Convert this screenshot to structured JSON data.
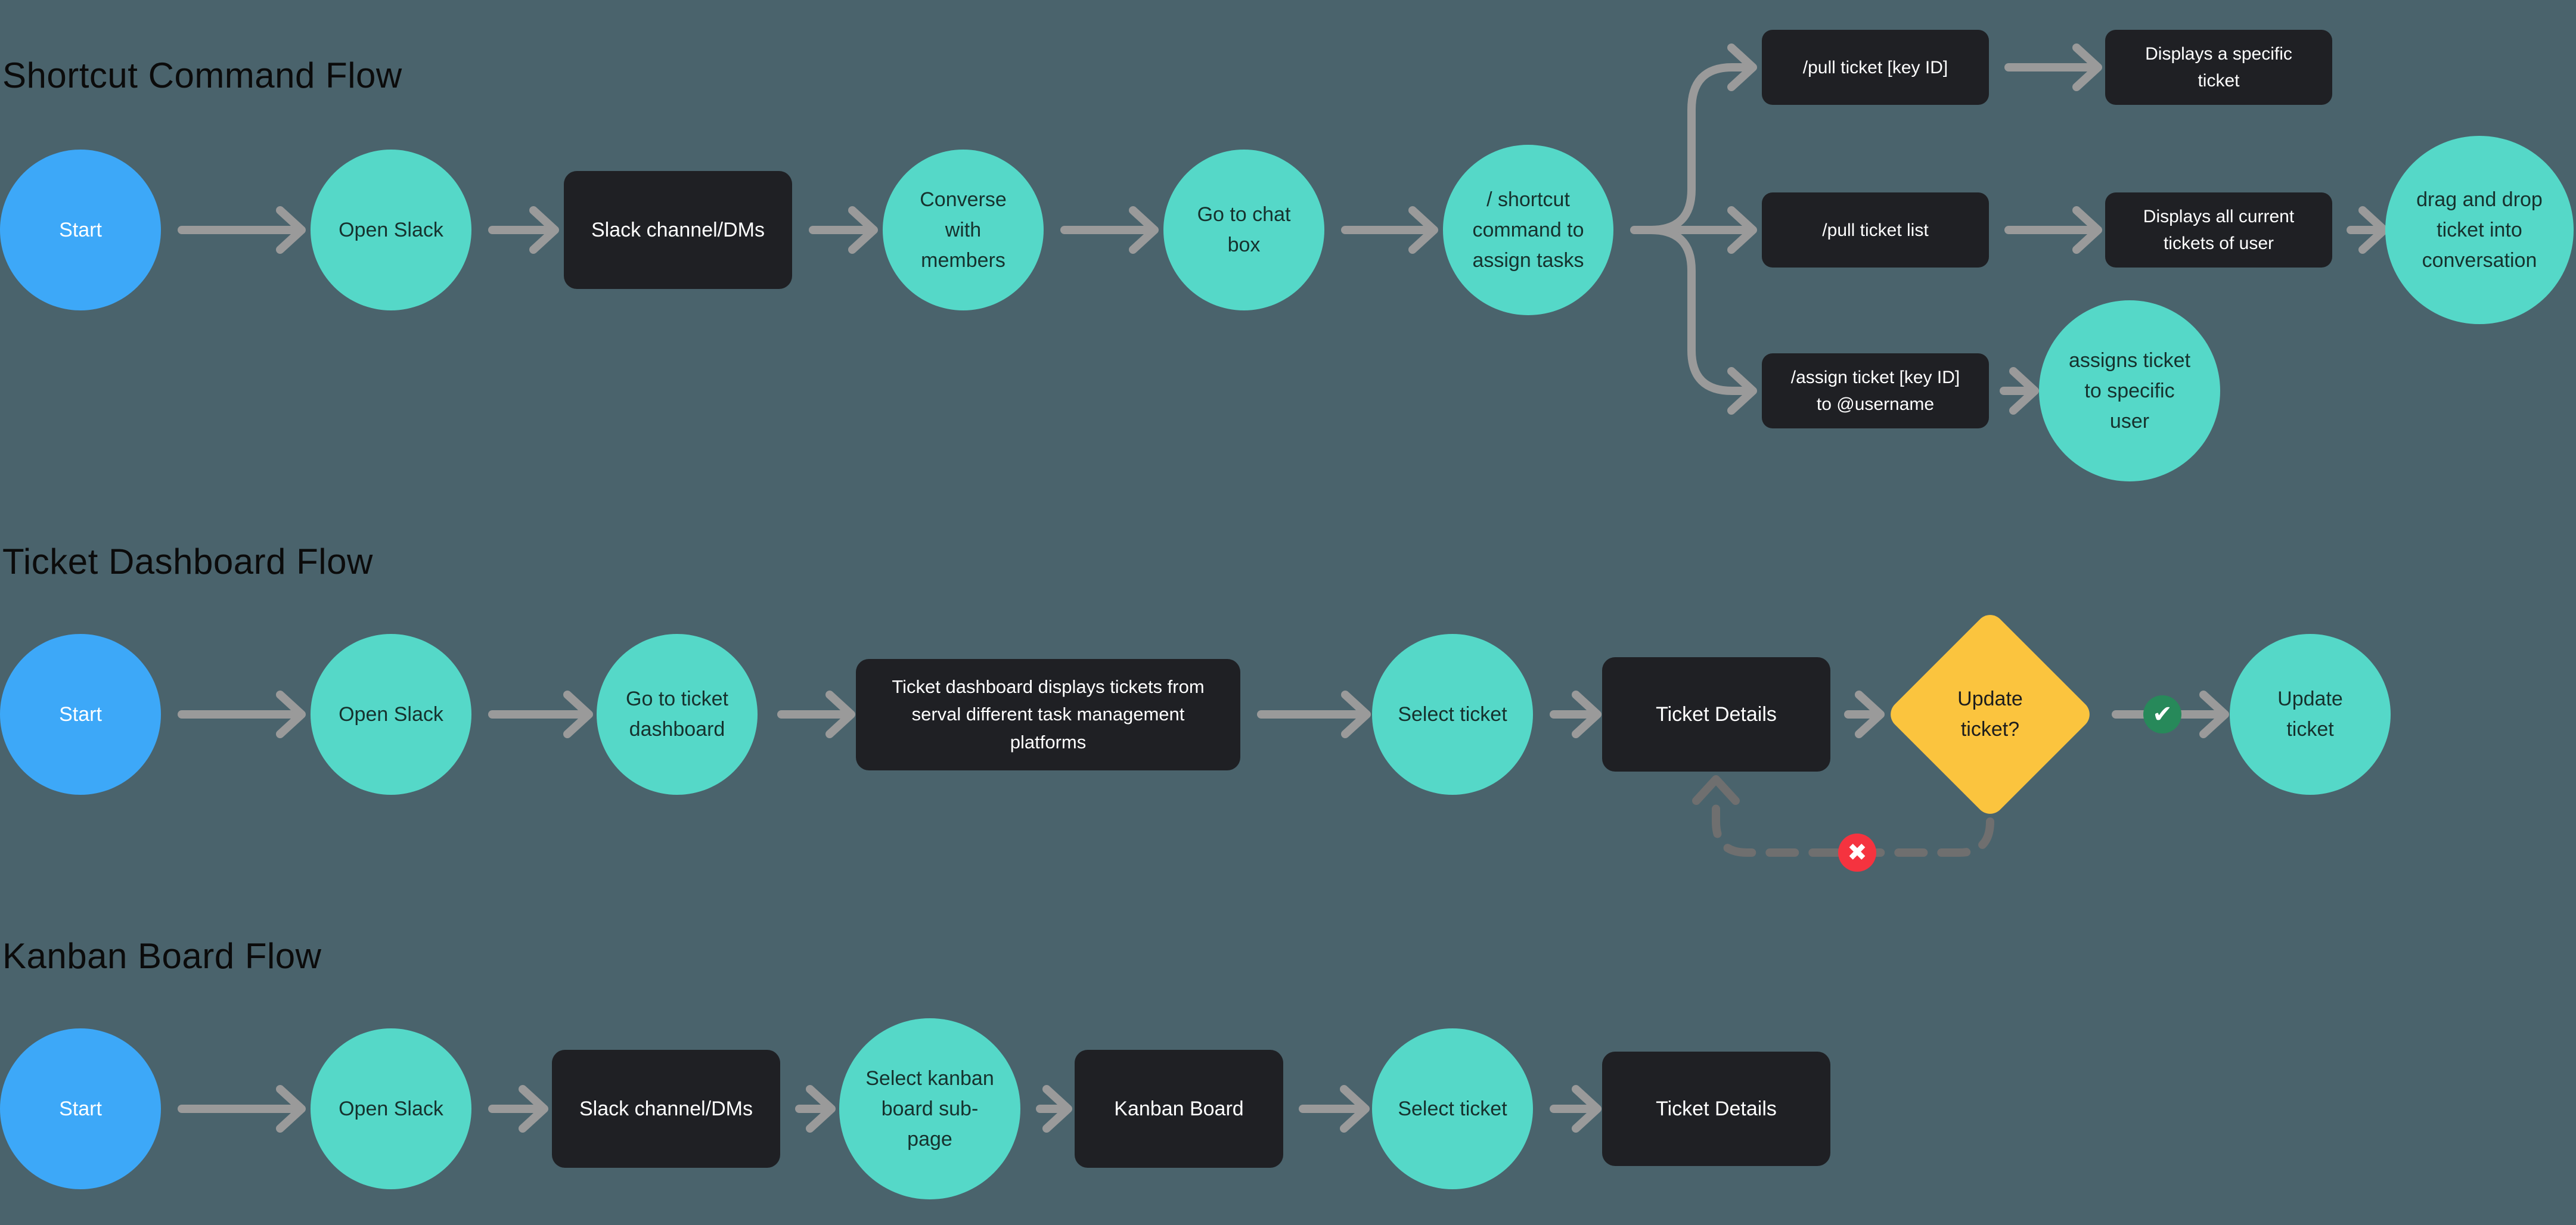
{
  "colors": {
    "background": "#4A636C",
    "start_fill": "#3DA8F8",
    "process_fill": "#55D8C8",
    "box_fill": "#1F2024",
    "decision_fill": "#FBC43E",
    "yes_badge": "#27895A",
    "no_badge": "#F5333F",
    "connector": "#9A9A9A"
  },
  "icons": {
    "check": "✔",
    "cross": "✖"
  },
  "flows": [
    {
      "title": "Shortcut Command Flow",
      "nodes": {
        "start": "Start",
        "open_slack": "Open Slack",
        "slack_channel": "Slack channel/DMs",
        "converse": "Converse\nwith\nmembers",
        "go_to_chat": "Go to chat\nbox",
        "shortcut_command": "/ shortcut\ncommand to\nassign tasks",
        "pull_ticket_key": "/pull ticket [key ID]",
        "displays_specific": "Displays a specific\nticket",
        "pull_ticket_list": "/pull ticket list",
        "displays_all": "Displays all current\ntickets of user",
        "drag_drop": "drag and drop\nticket into\nconversation",
        "assign_ticket": "/assign ticket [key ID]\nto @username",
        "assigns_ticket": "assigns ticket\nto specific\nuser"
      }
    },
    {
      "title": "Ticket Dashboard Flow",
      "nodes": {
        "start": "Start",
        "open_slack": "Open Slack",
        "go_to_dashboard": "Go to ticket\ndashboard",
        "dashboard_displays": "Ticket dashboard displays tickets from\nserval different task management\nplatforms",
        "select_ticket": "Select ticket",
        "ticket_details": "Ticket Details",
        "update_decision": "Update\nticket?",
        "update_ticket": "Update\nticket"
      }
    },
    {
      "title": "Kanban Board Flow",
      "nodes": {
        "start": "Start",
        "open_slack": "Open Slack",
        "slack_channel": "Slack channel/DMs",
        "select_kanban": "Select kanban\nboard sub-\npage",
        "kanban_board": "Kanban Board",
        "select_ticket": "Select ticket",
        "ticket_details": "Ticket Details"
      }
    }
  ]
}
